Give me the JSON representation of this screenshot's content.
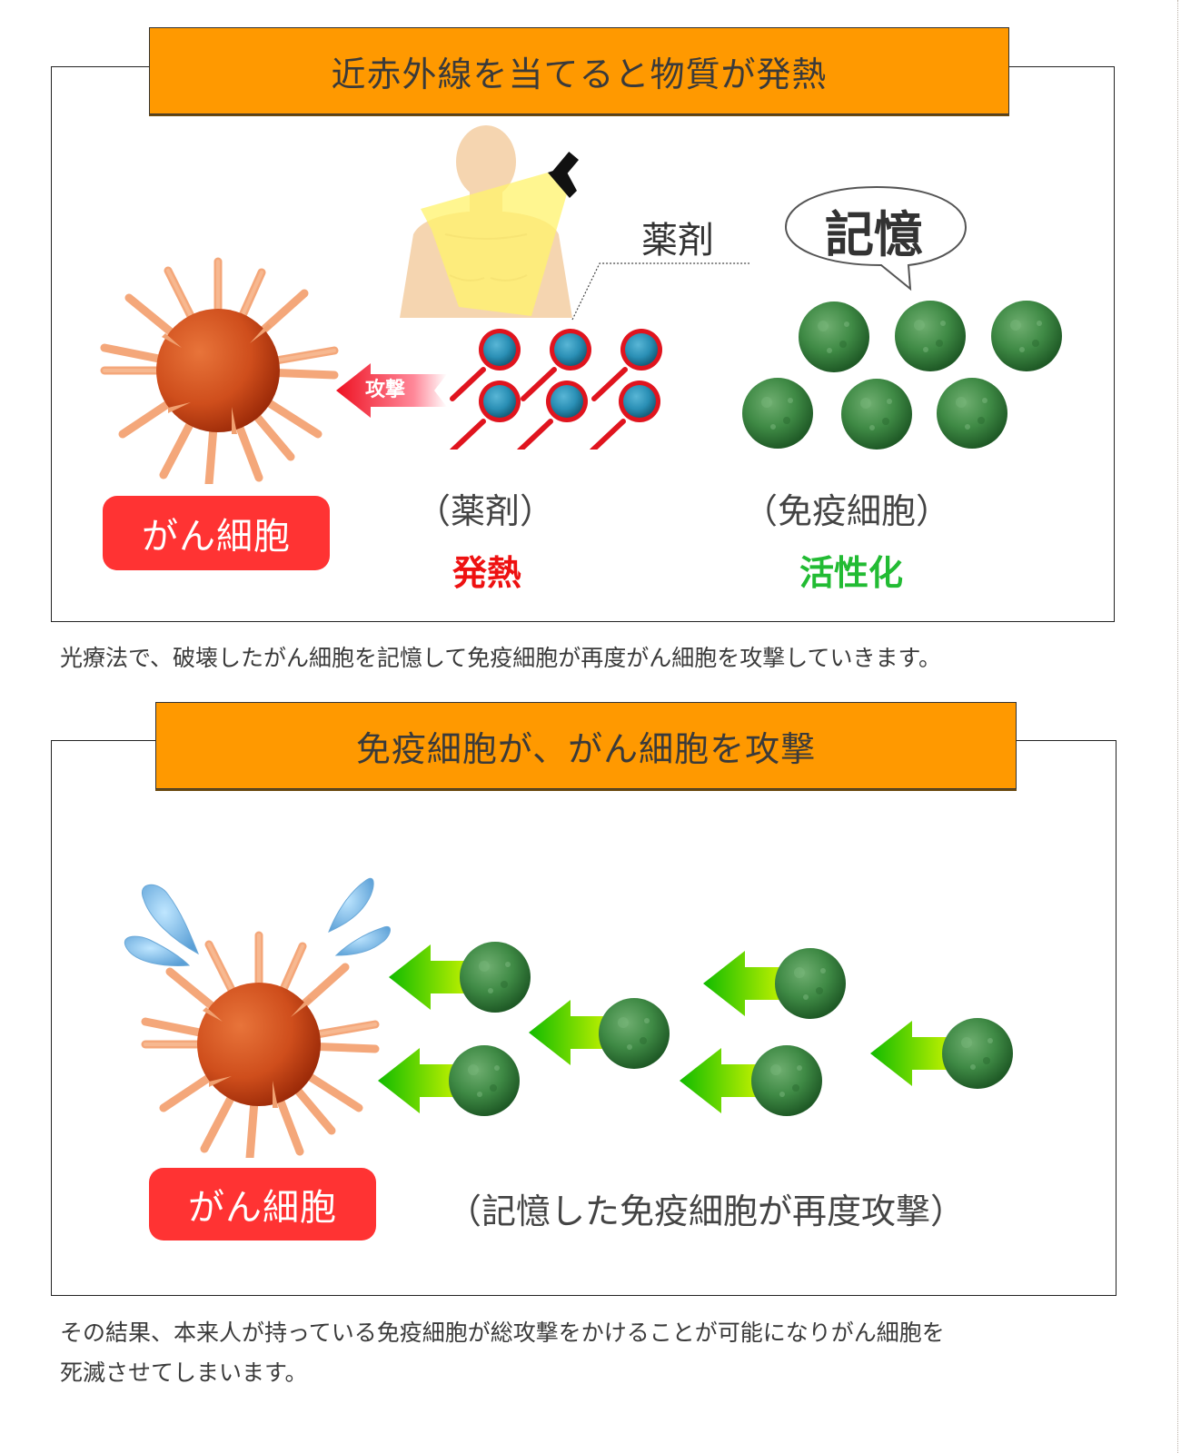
{
  "panel1": {
    "header": "近赤外線を当てると物質が発熱",
    "drug_callout": "薬剤",
    "memory_bubble": "記憶",
    "attack_arrow_label": "攻撃",
    "cancer_badge": "がん細胞",
    "drug_label": "（薬剤）",
    "drug_effect": "発熱",
    "immune_label": "（免疫細胞）",
    "immune_effect": "活性化"
  },
  "caption1": "光療法で、破壊したがん細胞を記憶して免疫細胞が再度がん細胞を攻撃していきます。",
  "panel2": {
    "header": "免疫細胞が、がん細胞を攻撃",
    "cancer_badge": "がん細胞",
    "attack_note": "（記憶した免疫細胞が再度攻撃）"
  },
  "caption2_line1": "その結果、本来人が持っている免疫細胞が総攻撃をかけることが可能になりがん細胞を",
  "caption2_line2": "死滅させてしまいます。",
  "colors": {
    "header_orange": "#ff9900",
    "badge_red": "#ff3333",
    "heat_red": "#ee1111",
    "activate_green": "#22bb33",
    "immune_cell_green": "#3f8a45",
    "drug_particle_blue": "#2a8fb5",
    "cancer_orange": "#d9551f",
    "skin": "#f5d5b0",
    "light_yellow": "#fff36b"
  },
  "icons": {
    "cancer_cell": "spiky-virus-icon",
    "immune_cell": "green-sphere-icon",
    "drug_particle": "magnifier-particle-icon",
    "human_torso": "human-torso-icon",
    "flashlight": "flashlight-icon",
    "sweat_drops": "sweat-drop-icon",
    "attack_arrow": "left-arrow-icon"
  }
}
